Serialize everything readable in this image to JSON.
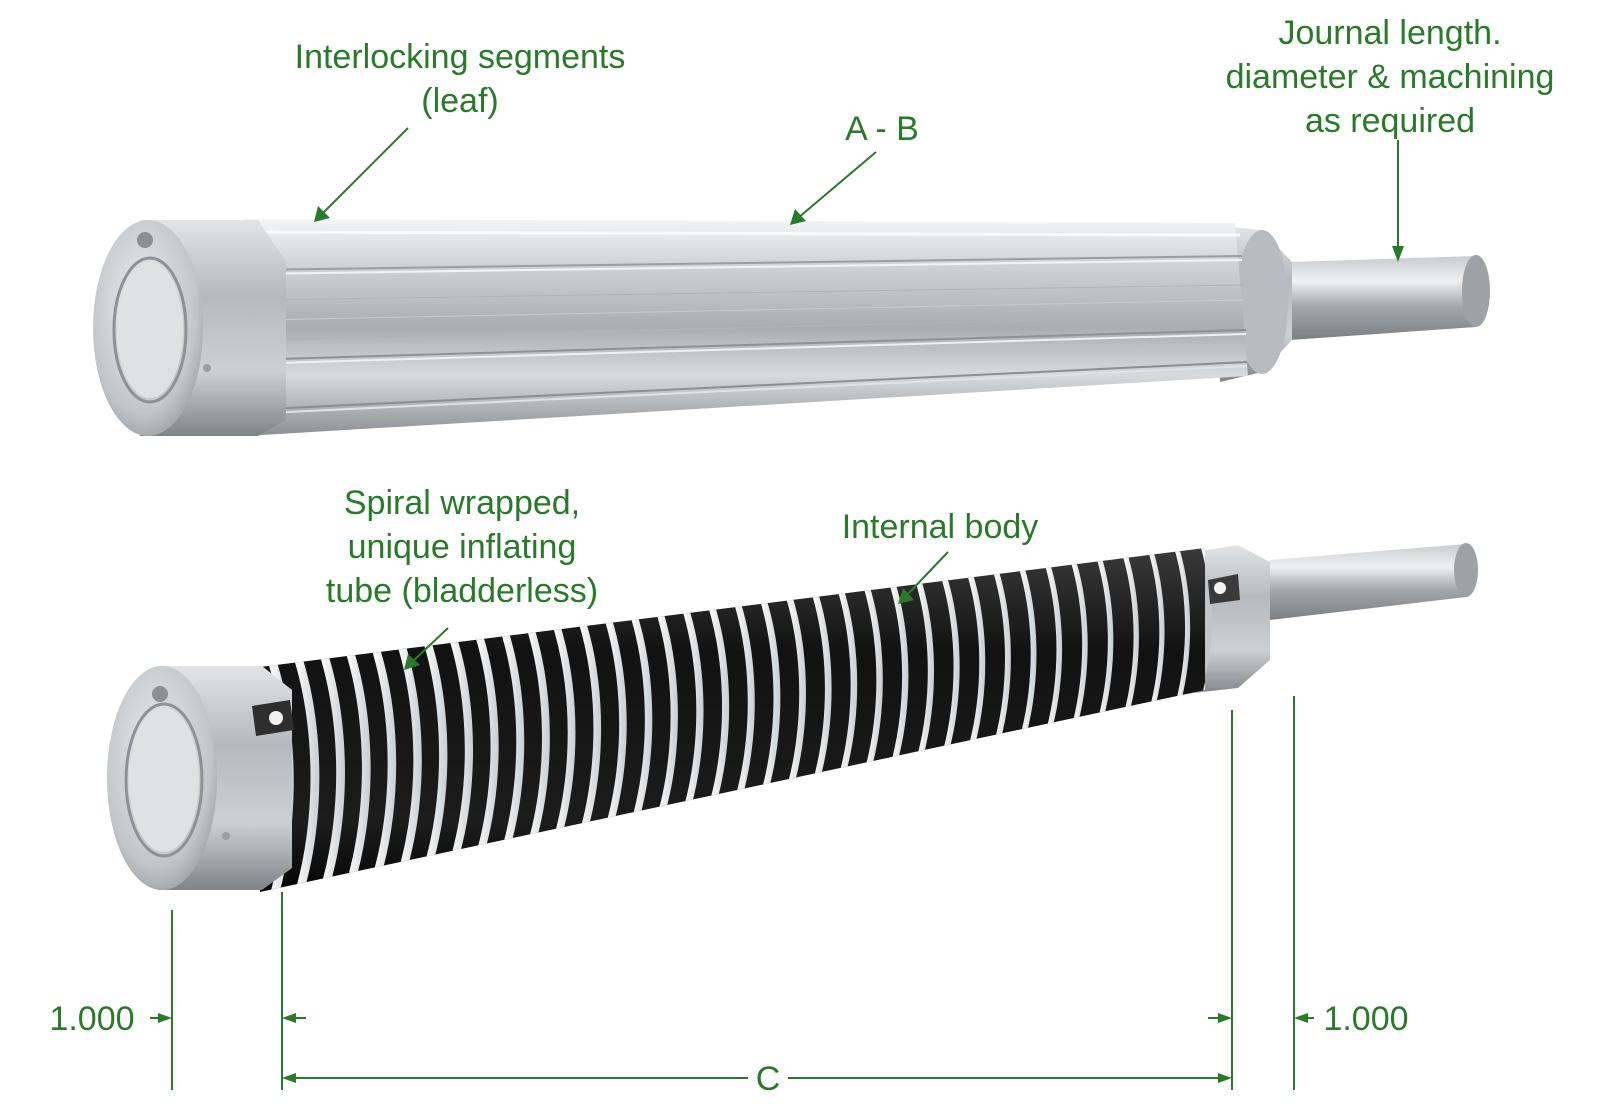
{
  "colors": {
    "annotation": "#2b7a2b",
    "metal_light": "#e6e8ea",
    "metal_dark": "#8e9296",
    "tube_black": "#161616",
    "background": "#ffffff"
  },
  "labels": {
    "segments": [
      "Interlocking segments",
      "(leaf)"
    ],
    "ab": "A - B",
    "journal": [
      "Journal length.",
      "diameter & machining",
      "as required"
    ],
    "spiral": [
      "Spiral wrapped,",
      "unique inflating",
      "tube (bladderless)"
    ],
    "internal_body": "Internal body",
    "dim_left": "1.000",
    "dim_right": "1.000",
    "dim_c": "C"
  },
  "parts": {
    "upper_shaft": "segmented-leaf-expanding-shaft",
    "lower_shaft": "spiral-tube-expanding-shaft"
  },
  "spiral": {
    "turns": 37
  }
}
